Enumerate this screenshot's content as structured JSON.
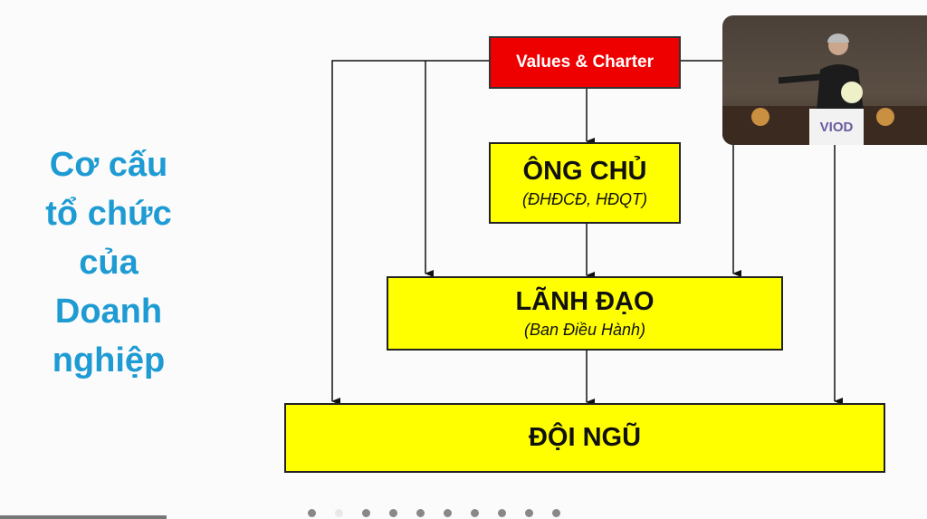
{
  "slide": {
    "title_lines": [
      "Cơ cấu",
      "tổ chức",
      "của",
      "Doanh",
      "nghiệp"
    ],
    "values_box": "Values & Charter",
    "owner": {
      "label": "ÔNG CHỦ",
      "sub": "(ĐHĐCĐ, HĐQT)"
    },
    "leadership": {
      "label": "LÃNH ĐẠO",
      "sub": "(Ban Điều Hành)"
    },
    "team": {
      "label": "ĐỘI NGŨ"
    }
  },
  "video_overlay": {
    "podium_logo": "VIOD"
  },
  "player": {
    "slide_count": 10,
    "current_slide": 2,
    "progress_percent": 18
  },
  "colors": {
    "title": "#1e9bd3",
    "box": "#ffff00",
    "values": "#ee0000"
  }
}
